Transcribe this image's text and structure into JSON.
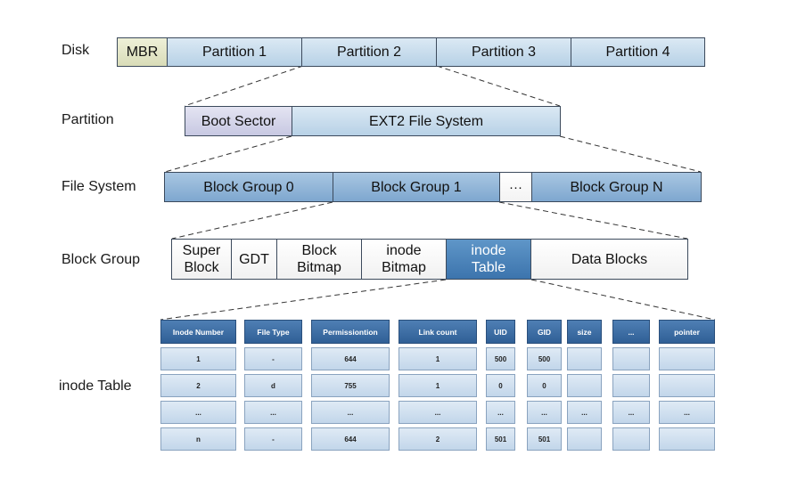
{
  "rows": {
    "disk": "Disk",
    "partition": "Partition",
    "file_system": "File System",
    "block_group": "Block Group",
    "inode_table": "inode Table"
  },
  "disk": {
    "mbr": "MBR",
    "partitions": [
      "Partition 1",
      "Partition 2",
      "Partition 3",
      "Partition 4"
    ]
  },
  "partition": {
    "boot_sector": "Boot Sector",
    "fs": "EXT2 File System"
  },
  "file_system": {
    "groups": [
      "Block Group 0",
      "Block Group 1",
      "···",
      "Block Group N"
    ]
  },
  "block_group": {
    "super_block": [
      "Super",
      "Block"
    ],
    "gdt": "GDT",
    "block_bitmap": [
      "Block",
      "Bitmap"
    ],
    "inode_bitmap": [
      "inode",
      "Bitmap"
    ],
    "inode_table": [
      "inode",
      "Table"
    ],
    "data_blocks": "Data Blocks"
  },
  "inode_table": {
    "headers": [
      "Inode Number",
      "File Type",
      "Permissiontion",
      "Link count",
      "UID",
      "GID",
      "size",
      "...",
      "pointer"
    ],
    "rows": [
      [
        "1",
        "-",
        "644",
        "1",
        "500",
        "500",
        "",
        "",
        ""
      ],
      [
        "2",
        "d",
        "755",
        "1",
        "0",
        "0",
        "",
        "",
        ""
      ],
      [
        "...",
        "...",
        "...",
        "...",
        "...",
        "...",
        "...",
        "...",
        "..."
      ],
      [
        "n",
        "-",
        "644",
        "2",
        "501",
        "501",
        "",
        "",
        ""
      ]
    ]
  },
  "colors": {
    "box_fill": "#c5dbee",
    "block_group_fill": "#8fb3d8",
    "mbr_fill": "#e2e5c6",
    "boot_fill": "#d3d4ea",
    "highlight_fill": "#4a82bb",
    "table_header": "#3d6ea6"
  }
}
